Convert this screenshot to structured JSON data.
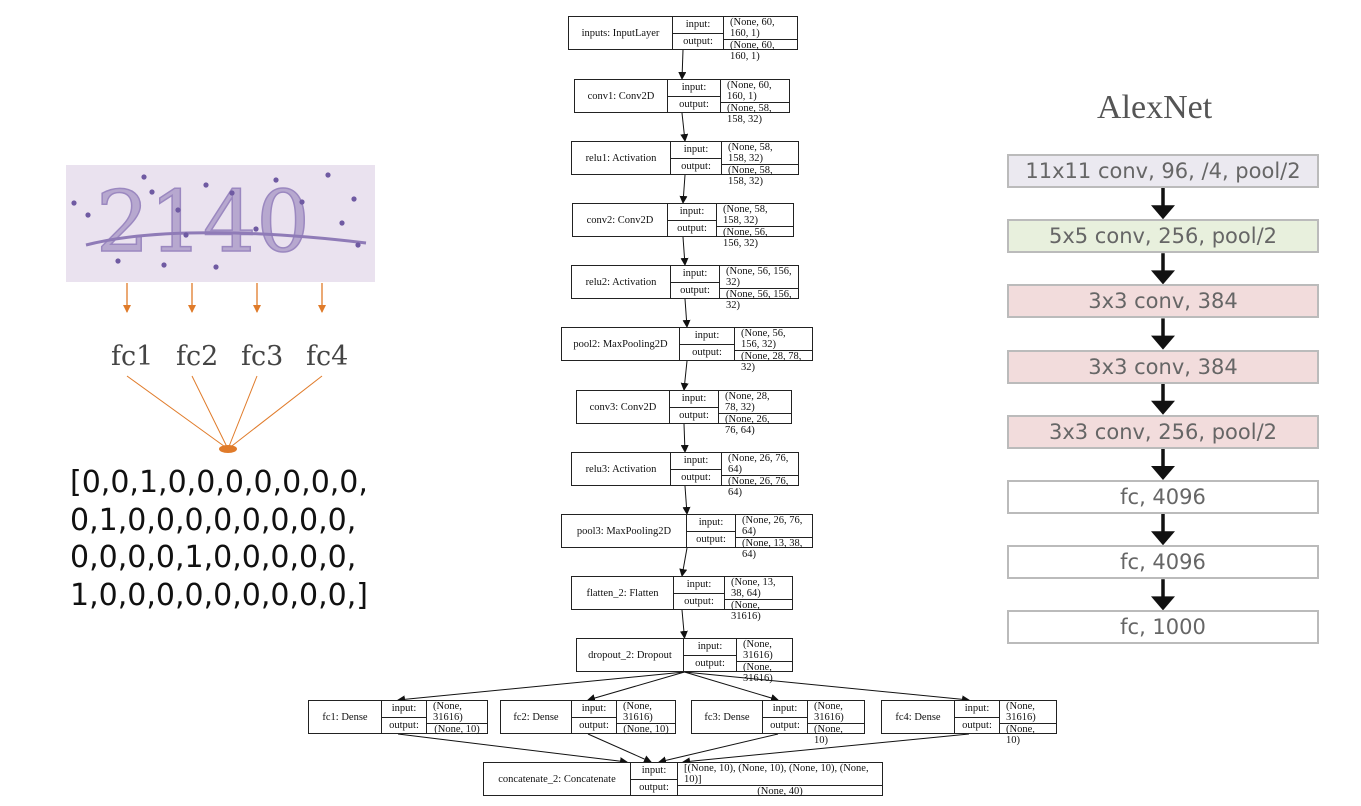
{
  "captcha": {
    "text": "2140"
  },
  "fc_labels": [
    "fc1",
    "fc2",
    "fc3",
    "fc4"
  ],
  "onehot_lines": [
    "[0,0,1,0,0,0,0,0,0,0,",
    " 0,1,0,0,0,0,0,0,0,0,",
    " 0,0,0,0,1,0,0,0,0,0,",
    " 1,0,0,0,0,0,0,0,0,0,]"
  ],
  "alexnet": {
    "title": "AlexNet",
    "blocks": [
      {
        "label": "11x11 conv, 96, /4, pool/2",
        "color": "#ebe9f0"
      },
      {
        "label": "5x5 conv, 256, pool/2",
        "color": "#e8f0dd"
      },
      {
        "label": "3x3 conv, 384",
        "color": "#f2dcdc"
      },
      {
        "label": "3x3 conv, 384",
        "color": "#f2dcdc"
      },
      {
        "label": "3x3 conv, 256, pool/2",
        "color": "#f2dcdc"
      },
      {
        "label": "fc, 4096",
        "color": "#ffffff"
      },
      {
        "label": "fc, 4096",
        "color": "#ffffff"
      },
      {
        "label": "fc, 1000",
        "color": "#ffffff"
      }
    ]
  },
  "io_labels": {
    "input": "input:",
    "output": "output:"
  },
  "model_layers": [
    {
      "id": "inputs",
      "name": "inputs: InputLayer",
      "input": "(None, 60, 160, 1)",
      "output": "(None, 60, 160, 1)"
    },
    {
      "id": "conv1",
      "name": "conv1: Conv2D",
      "input": "(None, 60, 160, 1)",
      "output": "(None, 58, 158, 32)"
    },
    {
      "id": "relu1",
      "name": "relu1: Activation",
      "input": "(None, 58, 158, 32)",
      "output": "(None, 58, 158, 32)"
    },
    {
      "id": "conv2",
      "name": "conv2: Conv2D",
      "input": "(None, 58, 158, 32)",
      "output": "(None, 56, 156, 32)"
    },
    {
      "id": "relu2",
      "name": "relu2: Activation",
      "input": "(None, 56, 156, 32)",
      "output": "(None, 56, 156, 32)"
    },
    {
      "id": "pool2",
      "name": "pool2: MaxPooling2D",
      "input": "(None, 56, 156, 32)",
      "output": "(None, 28, 78, 32)"
    },
    {
      "id": "conv3",
      "name": "conv3: Conv2D",
      "input": "(None, 28, 78, 32)",
      "output": "(None, 26, 76, 64)"
    },
    {
      "id": "relu3",
      "name": "relu3: Activation",
      "input": "(None, 26, 76, 64)",
      "output": "(None, 26, 76, 64)"
    },
    {
      "id": "pool3",
      "name": "pool3: MaxPooling2D",
      "input": "(None, 26, 76, 64)",
      "output": "(None, 13, 38, 64)"
    },
    {
      "id": "flatten",
      "name": "flatten_2: Flatten",
      "input": "(None, 13, 38, 64)",
      "output": "(None, 31616)"
    },
    {
      "id": "dropout",
      "name": "dropout_2: Dropout",
      "input": "(None, 31616)",
      "output": "(None, 31616)"
    },
    {
      "id": "fc1",
      "name": "fc1: Dense",
      "input": "(None, 31616)",
      "output": "(None, 10)"
    },
    {
      "id": "fc2",
      "name": "fc2: Dense",
      "input": "(None, 31616)",
      "output": "(None, 10)"
    },
    {
      "id": "fc3",
      "name": "fc3: Dense",
      "input": "(None, 31616)",
      "output": "(None, 10)"
    },
    {
      "id": "fc4",
      "name": "fc4: Dense",
      "input": "(None, 31616)",
      "output": "(None, 10)"
    },
    {
      "id": "concat",
      "name": "concatenate_2: Concatenate",
      "input": "[(None, 10), (None, 10), (None, 10), (None, 10)]",
      "output": "(None, 40)"
    }
  ],
  "edges": [
    [
      "inputs",
      "conv1"
    ],
    [
      "conv1",
      "relu1"
    ],
    [
      "relu1",
      "conv2"
    ],
    [
      "conv2",
      "relu2"
    ],
    [
      "relu2",
      "pool2"
    ],
    [
      "pool2",
      "conv3"
    ],
    [
      "conv3",
      "relu3"
    ],
    [
      "relu3",
      "pool3"
    ],
    [
      "pool3",
      "flatten"
    ],
    [
      "flatten",
      "dropout"
    ],
    [
      "dropout",
      "fc1"
    ],
    [
      "dropout",
      "fc2"
    ],
    [
      "dropout",
      "fc3"
    ],
    [
      "dropout",
      "fc4"
    ],
    [
      "fc1",
      "concat"
    ],
    [
      "fc2",
      "concat"
    ],
    [
      "fc3",
      "concat"
    ],
    [
      "fc4",
      "concat"
    ]
  ],
  "colors": {
    "orange": "#e07b2a",
    "arrow": "#111111",
    "alex_border": "#bbbbbb"
  }
}
